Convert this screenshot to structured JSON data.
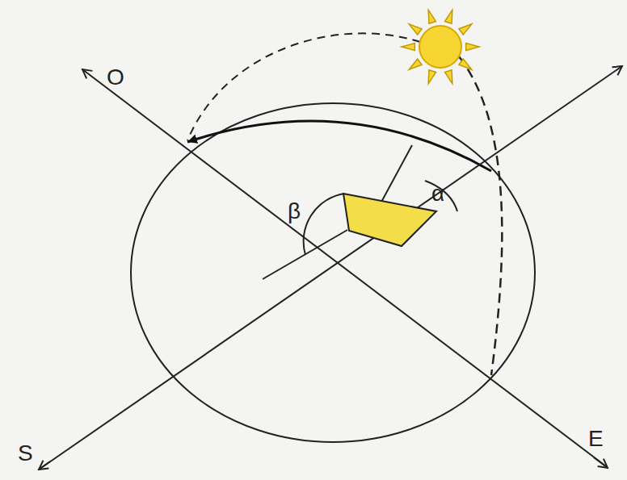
{
  "diagram": {
    "labels": [
      "O",
      "S",
      "E",
      "β",
      "α"
    ]
  }
}
